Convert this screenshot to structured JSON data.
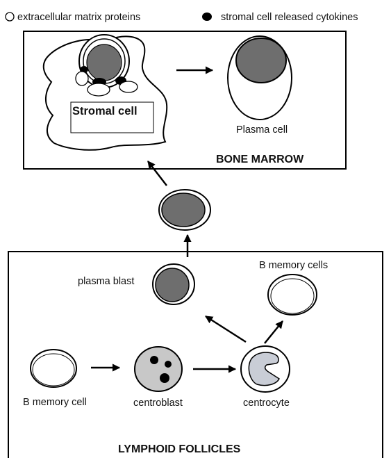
{
  "legend": {
    "open_circle_label": "extracellular matrix proteins",
    "filled_circle_label": "stromal cell released cytokines"
  },
  "bone_marrow": {
    "title": "BONE MARROW",
    "stromal_cell_label": "Stromal cell",
    "plasma_cell_label": "Plasma cell"
  },
  "lymphoid_follicles": {
    "title": "LYMPHOID FOLLICLES",
    "plasma_blast_label": "plasma blast",
    "b_memory_cells_label": "B memory cells",
    "b_memory_cell_label": "B memory cell",
    "centroblast_label": "centroblast",
    "centrocyte_label": "centrocyte"
  },
  "colors": {
    "nucleus": "#6e6e6e",
    "centroblast_fill": "#c8c8c8",
    "centrocyte_nucleus": "#c9cdd6",
    "outline": "#000000"
  }
}
